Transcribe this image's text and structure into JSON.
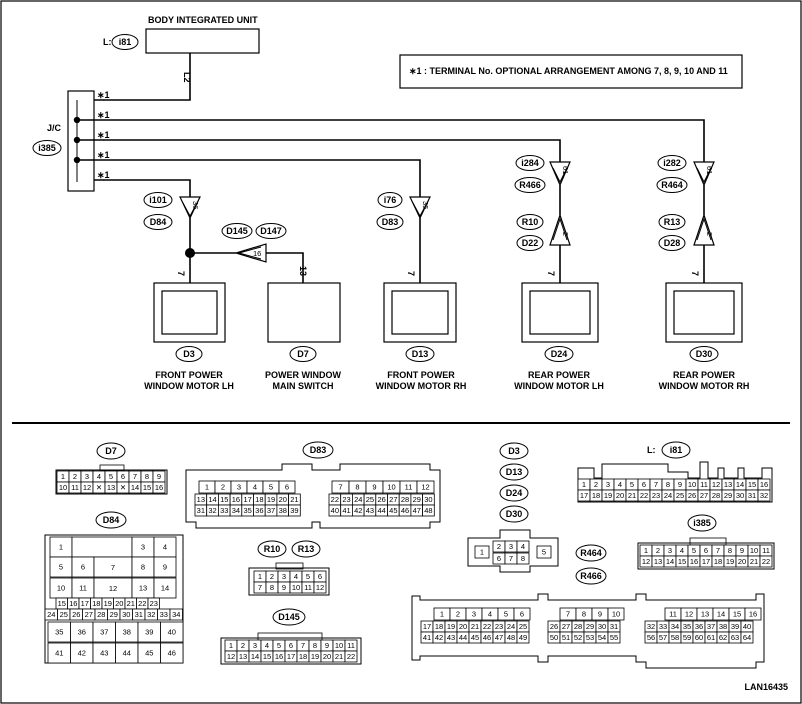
{
  "top": {
    "body_unit_title": "BODY INTEGRATED UNIT",
    "body_unit_conn_prefix": "L:",
    "body_unit_conn": "i81",
    "l2": "L2",
    "note": "∗1 : TERMINAL No. OPTIONAL ARRANGEMENT AMONG 7, 8, 9, 10 AND 11",
    "jc": "J/C",
    "jc_conn": "i385",
    "star": "∗1",
    "c_i101": "i101",
    "c_D84": "D84",
    "pin_36": "36",
    "c_D145": "D145",
    "c_D147": "D147",
    "pin_16": "16",
    "pin_13": "13",
    "c_i76": "i76",
    "c_D83": "D83",
    "pin_35": "35",
    "c_i284": "i284",
    "c_R466": "R466",
    "pin_61a": "61",
    "c_R10": "R10",
    "c_D22": "D22",
    "pin_2a": "2",
    "c_i282": "i282",
    "c_R464": "R464",
    "pin_61b": "61",
    "c_R13": "R13",
    "c_D28": "D28",
    "pin_2b": "2",
    "pin_7": "7",
    "m1_conn": "D3",
    "m1_l1": "FRONT POWER",
    "m1_l2": "WINDOW MOTOR LH",
    "m2_conn": "D7",
    "m2_l1": "POWER WINDOW",
    "m2_l2": "MAIN SWITCH",
    "m3_conn": "D13",
    "m3_l1": "FRONT POWER",
    "m3_l2": "WINDOW MOTOR RH",
    "m4_conn": "D24",
    "m4_l1": "REAR POWER",
    "m4_l2": "WINDOW MOTOR LH",
    "m5_conn": "D30",
    "m5_l1": "REAR POWER",
    "m5_l2": "WINDOW MOTOR RH"
  },
  "connectors": {
    "D7": {
      "name": "D7",
      "row1": [
        "1",
        "2",
        "3",
        "4",
        "5",
        "6",
        "7",
        "8",
        "9"
      ],
      "row2": [
        "10",
        "11",
        "12",
        "✕",
        "13",
        "✕",
        "14",
        "15",
        "16"
      ]
    },
    "D84": {
      "name": "D84",
      "rows": [
        [
          "1",
          "",
          "3",
          "4"
        ],
        [
          "5",
          "6",
          "7",
          "8",
          "9"
        ],
        [
          "10",
          "11",
          "12",
          "13",
          "14"
        ],
        [
          "15",
          "16",
          "17",
          "18",
          "19",
          "20",
          "21",
          "22",
          "23"
        ],
        [
          "24",
          "25",
          "26",
          "27",
          "28",
          "29",
          "30",
          "31",
          "32",
          "33",
          "34"
        ],
        [
          "35",
          "36",
          "37",
          "38",
          "39",
          "40"
        ],
        [
          "41",
          "42",
          "43",
          "44",
          "45",
          "46"
        ]
      ]
    },
    "D83": {
      "name": "D83",
      "a1": [
        "1",
        "2",
        "3",
        "4",
        "5",
        "6"
      ],
      "a2": [
        "13",
        "14",
        "15",
        "16",
        "17",
        "18",
        "19",
        "20",
        "21"
      ],
      "a3": [
        "31",
        "32",
        "33",
        "34",
        "35",
        "36",
        "37",
        "38",
        "39"
      ],
      "b1": [
        "7",
        "8",
        "9",
        "10",
        "11",
        "12"
      ],
      "b2": [
        "22",
        "23",
        "24",
        "25",
        "26",
        "27",
        "28",
        "29",
        "30"
      ],
      "b3": [
        "40",
        "41",
        "42",
        "43",
        "44",
        "45",
        "46",
        "47",
        "48"
      ]
    },
    "motor": {
      "names": [
        "D3",
        "D13",
        "D24",
        "D30"
      ],
      "row1": [
        "1",
        "2",
        "3",
        "4",
        "5"
      ],
      "row2": [
        "6",
        "7",
        "8"
      ]
    },
    "R10R13": {
      "names": [
        "R10",
        "R13"
      ],
      "row1": [
        "1",
        "2",
        "3",
        "4",
        "5",
        "6"
      ],
      "row2": [
        "7",
        "8",
        "9",
        "10",
        "11",
        "12"
      ]
    },
    "D145": {
      "name": "D145",
      "row1": [
        "1",
        "2",
        "3",
        "4",
        "5",
        "6",
        "7",
        "8",
        "9",
        "10",
        "11"
      ],
      "row2": [
        "12",
        "13",
        "14",
        "15",
        "16",
        "17",
        "18",
        "19",
        "20",
        "21",
        "22"
      ]
    },
    "i81": {
      "prefix": "L:",
      "name": "i81",
      "row1": [
        "1",
        "2",
        "3",
        "4",
        "5",
        "6",
        "7",
        "8",
        "9",
        "10",
        "11",
        "12",
        "13",
        "14",
        "15",
        "16"
      ],
      "row2": [
        "17",
        "18",
        "19",
        "20",
        "21",
        "22",
        "23",
        "24",
        "25",
        "26",
        "27",
        "28",
        "29",
        "30",
        "31",
        "32"
      ]
    },
    "i385": {
      "name": "i385",
      "row1": [
        "1",
        "2",
        "3",
        "4",
        "5",
        "6",
        "7",
        "8",
        "9",
        "10",
        "11"
      ],
      "row2": [
        "12",
        "13",
        "14",
        "15",
        "16",
        "17",
        "18",
        "19",
        "20",
        "21",
        "22"
      ]
    },
    "R464R466": {
      "names": [
        "R464",
        "R466"
      ],
      "a1": [
        "1",
        "2",
        "3",
        "4",
        "5",
        "6"
      ],
      "a2": [
        "17",
        "18",
        "19",
        "20",
        "21",
        "22",
        "23",
        "24",
        "25"
      ],
      "a3": [
        "41",
        "42",
        "43",
        "44",
        "45",
        "46",
        "47",
        "48",
        "49"
      ],
      "b1": [
        "7",
        "8",
        "9",
        "10"
      ],
      "b2": [
        "26",
        "27",
        "28",
        "29",
        "30",
        "31"
      ],
      "b3": [
        "50",
        "51",
        "52",
        "53",
        "54",
        "55"
      ],
      "c1": [
        "11",
        "12",
        "13",
        "14",
        "15",
        "16"
      ],
      "c2": [
        "32",
        "33",
        "34",
        "35",
        "36",
        "37",
        "38",
        "39",
        "40"
      ],
      "c3": [
        "56",
        "57",
        "58",
        "59",
        "60",
        "61",
        "62",
        "63",
        "64"
      ]
    }
  },
  "code": "LAN16435"
}
